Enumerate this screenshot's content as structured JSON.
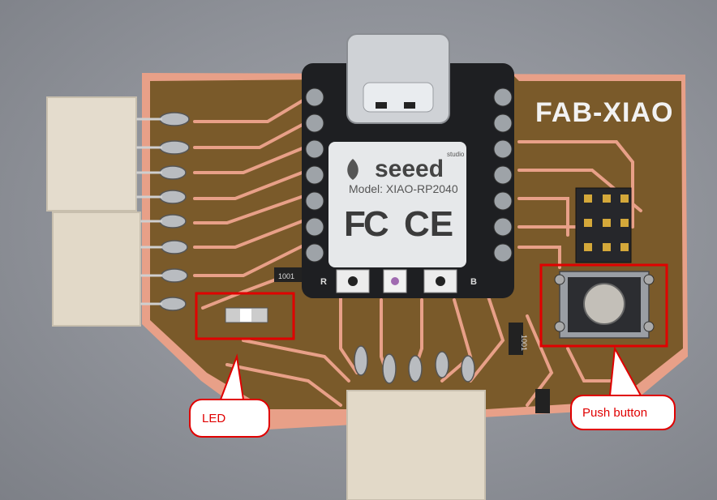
{
  "board": {
    "label": "FAB-XIAO",
    "colors": {
      "board": "#e8a088",
      "copper": "#7a5a2a",
      "background": "#8f9299",
      "annotation": "#e00000"
    }
  },
  "chip": {
    "brand": "seeed",
    "sub_brand": "studio",
    "model": "Model: XIAO-RP2040",
    "cert_fcc": "FC",
    "cert_ce": "CE",
    "pin_left": "R",
    "pin_right": "B"
  },
  "resistors": {
    "r1": "1001",
    "r2": "1001"
  },
  "annotations": {
    "led": "LED",
    "push_button": "Push button"
  }
}
